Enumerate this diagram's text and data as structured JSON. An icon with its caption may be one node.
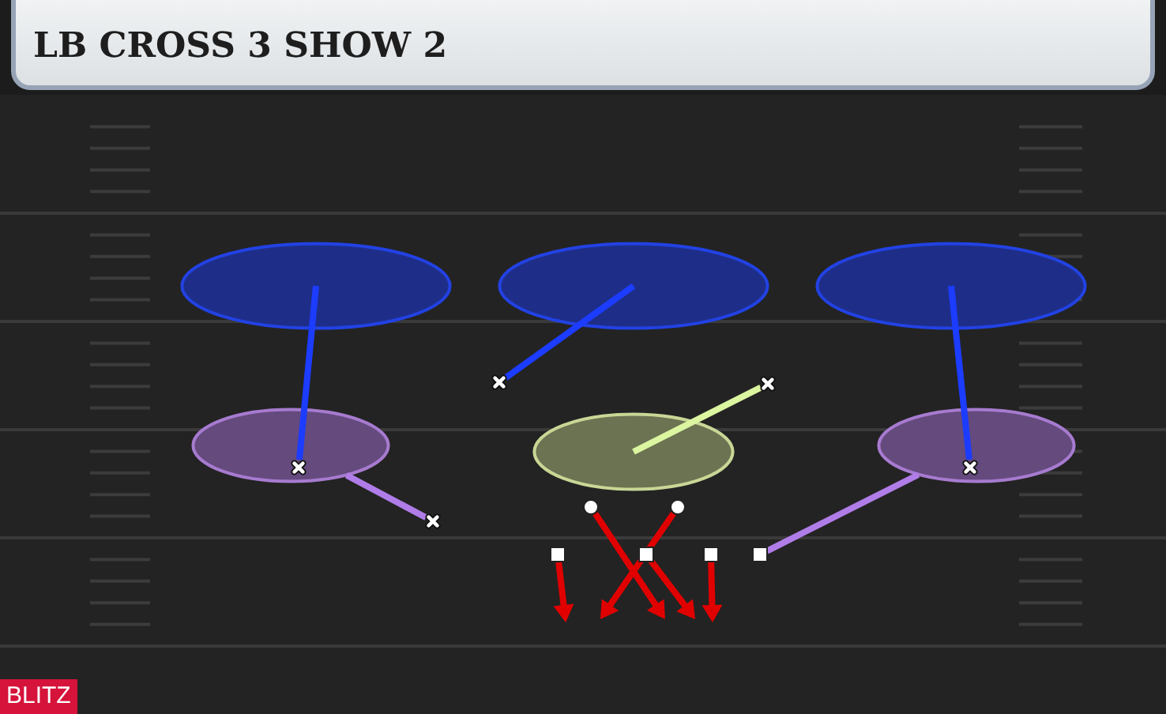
{
  "diagram": {
    "title": "LB CROSS 3 SHOW 2",
    "nodes": [
      {
        "text": [],
        "shape": "ellipse"
      },
      {
        "text": [],
        "shape": "ellipse"
      },
      {
        "text": [],
        "shape": "ellipse"
      },
      {
        "text": [],
        "shape": "ellipse"
      },
      {
        "text": [],
        "shape": "ellipse"
      },
      {
        "text": [],
        "shape": "ellipse"
      },
      {
        "text": [],
        "shape": "cross"
      },
      {
        "text": [],
        "shape": "cross"
      },
      {
        "text": [],
        "shape": "cross",
        "in": 3
      },
      {
        "text": [],
        "shape": "cross",
        "in": 5
      },
      {
        "text": [],
        "shape": "circle"
      },
      {
        "text": [],
        "shape": "circle"
      },
      {
        "text": [],
        "shape": "cross"
      },
      {
        "text": [],
        "shape": "box"
      },
      {
        "text": [],
        "shape": "box"
      },
      {
        "text": [],
        "shape": "box"
      },
      {
        "text": [],
        "shape": "box"
      }
    ],
    "edges": [
      {
        "from": 8,
        "to": 0,
        "arrow": "none",
        "color": "#1c3cff"
      },
      {
        "from": 6,
        "to": 1,
        "arrow": "none",
        "color": "#1c3cff"
      },
      {
        "from": 9,
        "to": 2,
        "arrow": "none",
        "color": "#1c3cff"
      },
      {
        "from": 12,
        "to": 3,
        "arrow": "none",
        "color": "#b07de8"
      },
      {
        "from": 7,
        "to": 4,
        "arrow": "none",
        "color": "#dcf5a0"
      },
      {
        "from": 16,
        "to": 5,
        "arrow": "none",
        "color": "#b07de8"
      },
      {
        "from": 13,
        "to": null,
        "arrow": "to"
      },
      {
        "from": 10,
        "to": null,
        "arrow": "to"
      },
      {
        "from": 11,
        "to": null,
        "arrow": "to"
      },
      {
        "from": 14,
        "to": null,
        "arrow": "to"
      },
      {
        "from": 15,
        "to": null,
        "arrow": "to"
      }
    ],
    "labels": [
      "BLITZ"
    ]
  }
}
